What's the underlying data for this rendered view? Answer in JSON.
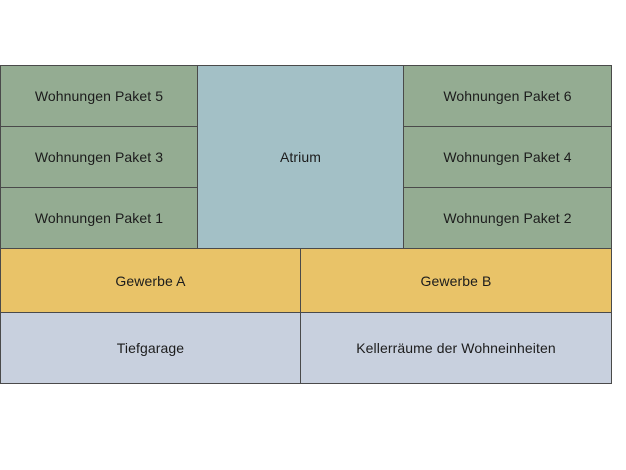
{
  "diagram": {
    "blocks": {
      "paket5": "Wohnungen Paket 5",
      "paket3": "Wohnungen Paket 3",
      "paket1": "Wohnungen Paket 1",
      "atrium": "Atrium",
      "paket6": "Wohnungen Paket 6",
      "paket4": "Wohnungen Paket 4",
      "paket2": "Wohnungen Paket 2",
      "gewerbe_a": "Gewerbe A",
      "gewerbe_b": "Gewerbe B",
      "tiefgarage": "Tiefgarage",
      "keller": "Kellerräume der Wohneinheiten"
    },
    "colors": {
      "residential_green": "#94ac92",
      "atrium_blue": "#a3c0c6",
      "commercial_yellow": "#e9c368",
      "basement_gray": "#c8d0de",
      "border": "#4a4a4a"
    }
  }
}
